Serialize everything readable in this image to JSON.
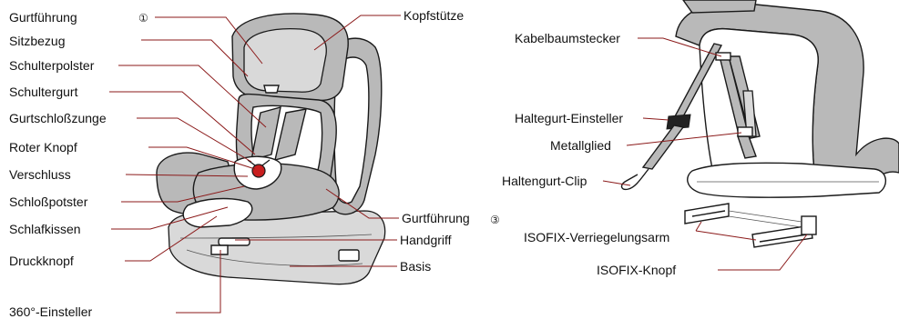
{
  "figure": {
    "left_markers": [
      "①"
    ],
    "right_markers": [
      "③"
    ],
    "left_labels": {
      "gurtfuehrung_top": "Gurtführung",
      "sitzbezug": "Sitzbezug",
      "schulterpolster": "Schulterpolster",
      "schultergurt": "Schultergurt",
      "gurtschlosszunge": "Gurtschloßzunge",
      "roter_knopf": "Roter Knopf",
      "verschluss": "Verschluss",
      "schlosspolster": "Schloßpotster",
      "schlafkissen": "Schlafkissen",
      "druckknopf": "Druckknopf",
      "einsteller_360": "360°-Einsteller",
      "kopfstuetze": "Kopfstütze",
      "gurtfuehrung_right": "Gurtführung",
      "handgriff": "Handgriff",
      "basis": "Basis"
    },
    "right_labels": {
      "kabelbaumstecker": "Kabelbaumstecker",
      "haltegurt_einsteller": "Haltegurt-Einsteller",
      "metallglied": "Metallglied",
      "haltengurt_clip": "Haltengurt-Clip",
      "isofix_arm": "ISOFIX-Verriegelungsarm",
      "isofix_knopf": "ISOFIX-Knopf"
    }
  }
}
